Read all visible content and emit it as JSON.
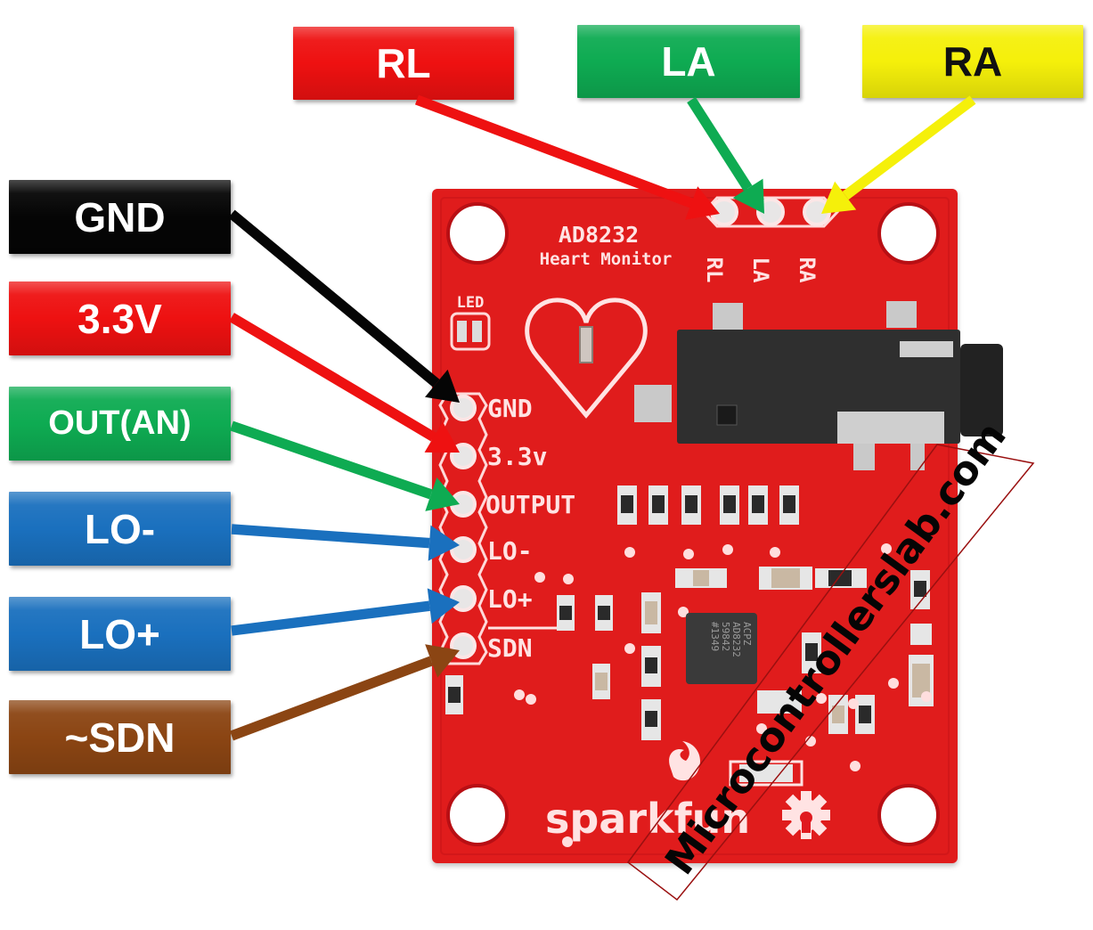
{
  "top_labels": [
    {
      "text": "RL",
      "color": "#ee1111",
      "text_color": "#ffffff"
    },
    {
      "text": "LA",
      "color": "#0eab52",
      "text_color": "#ffffff"
    },
    {
      "text": "RA",
      "color": "#f5f00a",
      "text_color": "#111111"
    }
  ],
  "left_labels": [
    {
      "text": "GND",
      "color": "#050505"
    },
    {
      "text": "3.3V",
      "color": "#ee1111"
    },
    {
      "text": "OUT(AN)",
      "color": "#0eab52"
    },
    {
      "text": "LO-",
      "color": "#1a70be"
    },
    {
      "text": "LO+",
      "color": "#1a70be"
    },
    {
      "text": "~SDN",
      "color": "#8b4513"
    }
  ],
  "board": {
    "color": "#e01a1f",
    "title": "AD8232",
    "subtitle": "Heart Monitor",
    "led_label": "LED",
    "top_pins": [
      "RL",
      "LA",
      "RA"
    ],
    "side_pins": [
      "GND",
      "3.3v",
      "OUTPUT",
      "LO-",
      "LO+",
      "SDN"
    ],
    "chip_lines": [
      "ACPZ",
      "AD8232",
      "59842",
      "#1349"
    ],
    "brand": "sparkfun"
  },
  "watermark": "Microcontrollerslab.com"
}
